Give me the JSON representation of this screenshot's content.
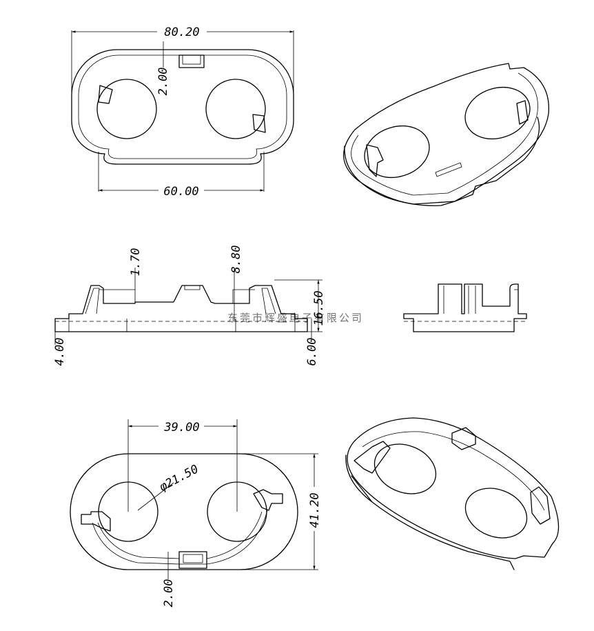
{
  "dimensions": {
    "top_width": "80.20",
    "top_notch": "2.00",
    "top_inner": "60.00",
    "side_lip": "1.70",
    "side_center": "8.80",
    "side_total": "16.50",
    "side_base_left": "4.00",
    "side_base_right": "6.00",
    "bottom_spacing": "39.00",
    "bottom_hole": "φ21.50",
    "bottom_height": "41.20",
    "bottom_notch": "2.00"
  },
  "watermark": "东莞市辉盛电子有限公司"
}
